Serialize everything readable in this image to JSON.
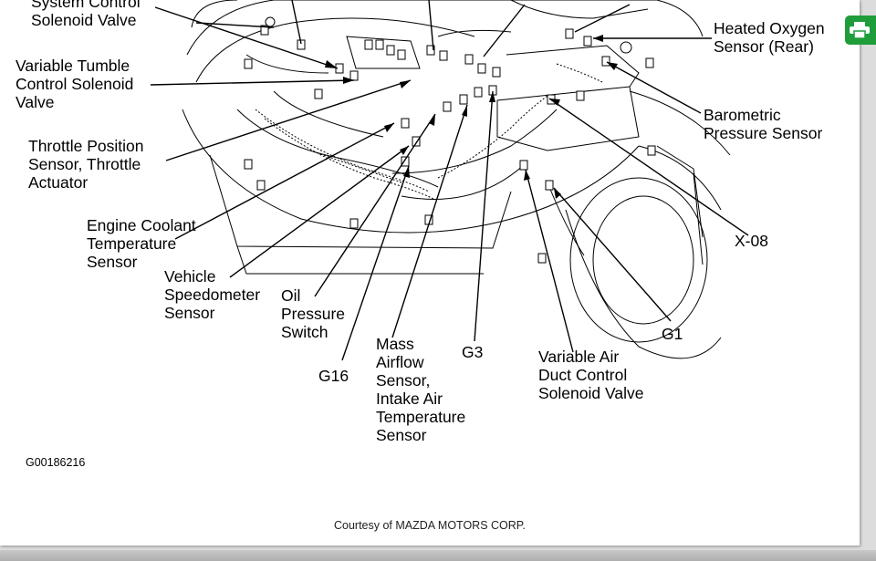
{
  "labels": {
    "system_control_l1": "System Control",
    "system_control_l2": "Solenoid Valve",
    "variable_tumble": "Variable Tumble\nControl Solenoid\nValve",
    "throttle_position": "Throttle Position\nSensor, Throttle\nActuator",
    "engine_coolant": "Engine Coolant\nTemperature\nSensor",
    "vehicle_speedometer": "Vehicle\nSpeedometer\nSensor",
    "oil_pressure": "Oil\nPressure\nSwitch",
    "g16": "G16",
    "mass_airflow": "Mass\nAirflow\nSensor,\nIntake Air\nTemperature\nSensor",
    "g3": "G3",
    "variable_air_duct": "Variable Air\nDuct Control\nSolenoid Valve",
    "g1": "G1",
    "x08": "X-08",
    "barometric": "Barometric\nPressure Sensor",
    "heated_oxygen": "Heated Oxygen\nSensor (Rear)"
  },
  "figure_id": "G00186216",
  "credit": "Courtesy of MAZDA MOTORS CORP.",
  "colors": {
    "print_button": "#1f9d3a",
    "line": "#000000"
  },
  "icons": {
    "print_button": "printer-icon"
  }
}
